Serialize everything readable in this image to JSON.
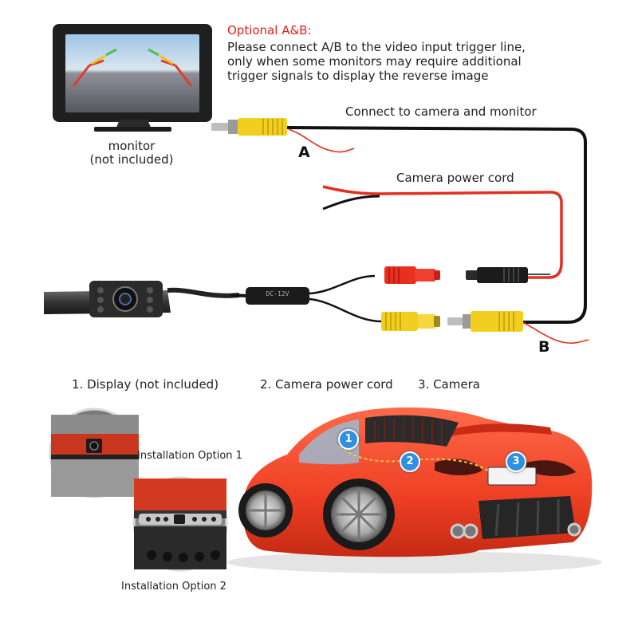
{
  "optional": {
    "title": "Optional A&B:",
    "lines": [
      "Please connect A/B to the video input trigger line,",
      "only when some monitors may require additional",
      "trigger signals to display the reverse image"
    ]
  },
  "monitor": {
    "label_1": "monitor",
    "label_2": "(not included)"
  },
  "wiring": {
    "connect_label": "Connect to camera and monitor",
    "power_label": "Camera power cord",
    "point_a": "A",
    "point_b": "B",
    "box_label": "DC-12V"
  },
  "legend": {
    "item_1": "1. Display (not included)",
    "item_2": "2. Camera power cord",
    "item_3": "3. Camera"
  },
  "installation": {
    "option_1": "Installation Option 1",
    "option_2": "Installation Option 2"
  },
  "car_markers": [
    "1",
    "2",
    "3"
  ],
  "colors": {
    "accent_red": "#e02020",
    "car_body": "#f0462b",
    "rca_yellow": "#f2cf1f",
    "marker_blue": "#2f8fe0"
  }
}
